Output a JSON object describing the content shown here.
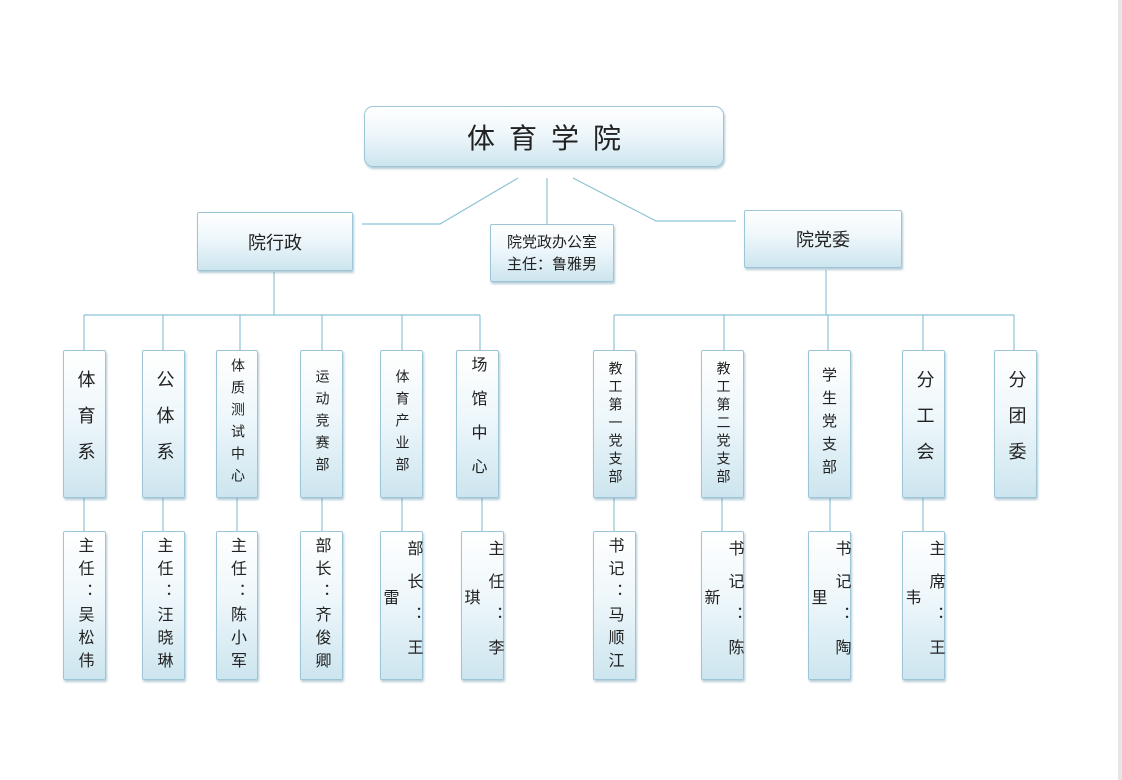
{
  "title": "体育学院",
  "branches": {
    "admin": "院行政",
    "party": "院党委",
    "office": {
      "line1": "院党政办公室",
      "line2": "主任：鲁雅男"
    }
  },
  "admin_units": [
    {
      "name": "体育系",
      "head": "主任：吴松伟"
    },
    {
      "name": "公体系",
      "head": "主任：汪晓琳"
    },
    {
      "name": "体质测试中心",
      "head": "主任：陈小军"
    },
    {
      "name": "运动竞赛部",
      "head": "部长：齐俊卿"
    },
    {
      "name": "体育产业部",
      "head": "部长：王 雷"
    },
    {
      "name": "场馆中心",
      "head": "主任：李 琪"
    }
  ],
  "party_units": [
    {
      "name": "教工第一党支部",
      "head": "书记：马顺江"
    },
    {
      "name": "教工第二党支部",
      "head": "书记：陈 新"
    },
    {
      "name": "学生党支部",
      "head": "书记：陶 里"
    },
    {
      "name": "分工会",
      "head": "主席：王 韦"
    },
    {
      "name": "分团委"
    }
  ]
}
